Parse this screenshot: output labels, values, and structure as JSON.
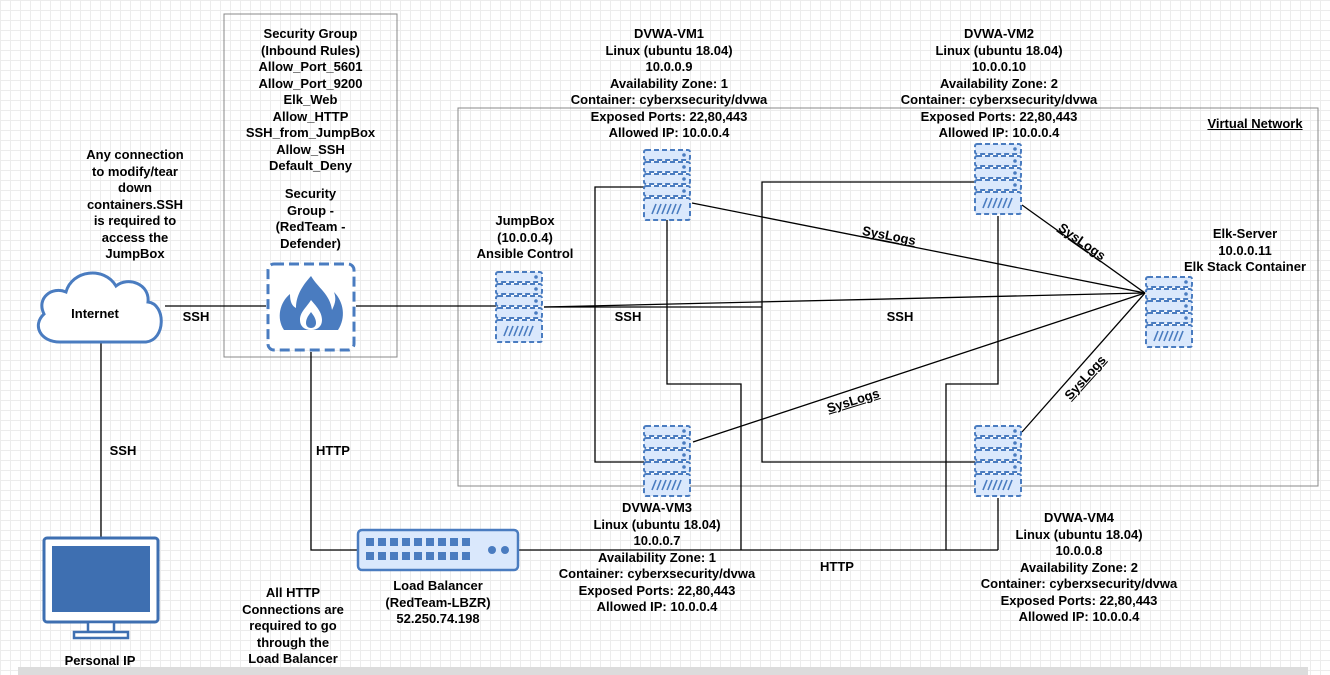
{
  "security_group": {
    "rules": [
      "Security Group",
      "(Inbound Rules)",
      "Allow_Port_5601",
      "Allow_Port_9200",
      "Elk_Web",
      "Allow_HTTP",
      "SSH_from_JumpBox",
      "Allow_SSH",
      "Default_Deny"
    ],
    "name": [
      "Security",
      "Group -",
      "(RedTeam -",
      "Defender)"
    ]
  },
  "internet": {
    "label": "Internet",
    "note": [
      "Any connection",
      "to modify/tear",
      "down",
      "containers.SSH",
      "is required to",
      "access the",
      "JumpBox"
    ]
  },
  "jumpbox": [
    "JumpBox",
    "(10.0.0.4)",
    "Ansible Control"
  ],
  "vm1": [
    "DVWA-VM1",
    "Linux (ubuntu 18.04)",
    "10.0.0.9",
    "Availability Zone: 1",
    "Container: cyberxsecurity/dvwa",
    "Exposed Ports: 22,80,443",
    "Allowed IP: 10.0.0.4"
  ],
  "vm2": [
    "DVWA-VM2",
    "Linux (ubuntu 18.04)",
    "10.0.0.10",
    "Availability Zone: 2",
    "Container: cyberxsecurity/dvwa",
    "Exposed Ports: 22,80,443",
    "Allowed IP: 10.0.0.4"
  ],
  "vm3": [
    "DVWA-VM3",
    "Linux (ubuntu 18.04)",
    "10.0.0.7",
    "Availability Zone: 1",
    "Container: cyberxsecurity/dvwa",
    "Exposed Ports: 22,80,443",
    "Allowed IP: 10.0.0.4"
  ],
  "vm4": [
    "DVWA-VM4",
    "Linux (ubuntu 18.04)",
    "10.0.0.8",
    "Availability Zone: 2",
    "Container: cyberxsecurity/dvwa",
    "Exposed Ports: 22,80,443",
    "Allowed IP: 10.0.0.4"
  ],
  "elk": [
    "Elk-Server",
    "10.0.0.11",
    "Elk Stack Container"
  ],
  "load_balancer": [
    "Load Balancer",
    "(RedTeam-LBZR)",
    "52.250.74.198"
  ],
  "lb_note": [
    "All HTTP",
    "Connections are",
    "required to go",
    "through the",
    "Load Balancer"
  ],
  "personal_ip": "Personal IP",
  "virtual_network": "Virtual Network",
  "edge_labels": {
    "ssh_internet": "SSH",
    "ssh_personal": "SSH",
    "ssh_jumpbox": "SSH",
    "ssh_elk": "SSH",
    "http_lb": "HTTP",
    "http_vm": "HTTP",
    "syslogs": "SysLogs"
  },
  "colors": {
    "server_blue": "#4a7cc0",
    "server_fill": "#dae8fc",
    "monitor_blue": "#3e6fb1",
    "line": "#000000"
  }
}
